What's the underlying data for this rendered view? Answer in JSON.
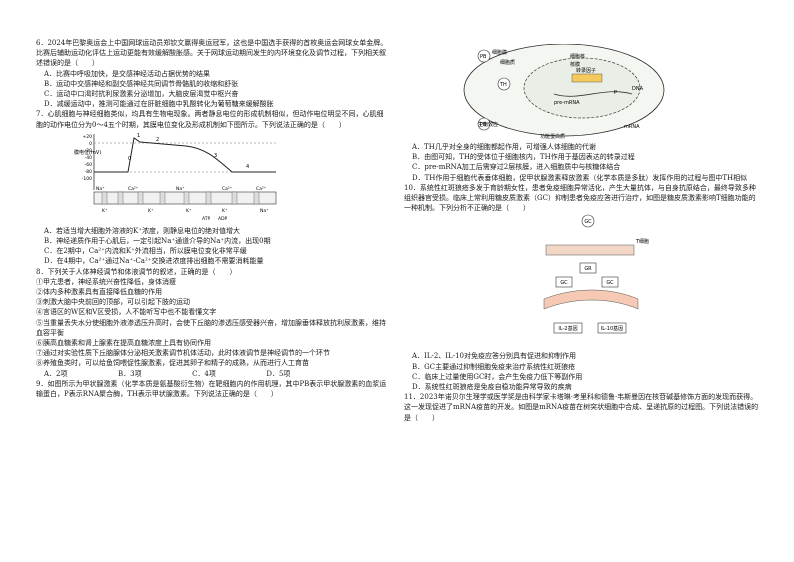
{
  "q6": {
    "stem": "6．2024年巴黎奥运会上中国网球运动员郑钦文赢得奥运冠军，这也是中国选手获得的首枚奥运会网球女单金牌。比赛后辅助运动化评估上运动更能有效缓解酸胀感。关于网球运动期间发生的内环境变化及调节过程，下列相关叙述错误的是（　　）",
    "options": [
      "A．比赛中呼吸加快，是交感神经活动占据优势的结果",
      "B．运动中交感神经和副交感神经共同调节骨骼肌的收缩和舒张",
      "C．运动中口渴时抗利尿激素分泌增加，大脑皮层渴觉中枢兴奋",
      "D．减缓运动中，推测可能通过在肝脏细胞中乳酸转化为葡萄糖来缓解酸胀"
    ]
  },
  "q7": {
    "stem": "7．心肌细胞与神经细胞类似，均具有生物电现象。两者静息电位的形成机制相似，但动作电位明显不同，心肌细胞的动作电位分为0～4五个时期，其膜电位变化及形成机制如下图所示。下列说法正确的是（　　）",
    "fig": {
      "ylabel": "膜电位(mV)",
      "yticks": [
        "+20",
        "0",
        "-20",
        "-40",
        "-60",
        "-80",
        "-100"
      ],
      "phases": [
        "0",
        "1",
        "2",
        "3",
        "4"
      ],
      "ions": [
        "Na⁺",
        "Ca²⁺",
        "K⁺",
        "K⁺",
        "Na⁺",
        "K⁺",
        "Ca²⁺",
        "K⁺",
        "Ca²⁺",
        "Na⁺"
      ],
      "atp": "ATP",
      "adp": "ADP"
    },
    "options": [
      "A．若适当增大细胞外溶液的K⁺浓度，则静息电位的绝对值增大",
      "B．神经递质作用于心肌后，一定引起Na⁺通道介导的Na⁺内流，出现0期",
      "C．在2期中，Ca²⁺内流和K⁺外流相当，所以膜电位变化非常平缓",
      "D．在4期中，Ca²⁺通过Na⁺-Ca²⁺交换进浓度排出细胞不需要消耗能量"
    ]
  },
  "q8": {
    "stem": "8．下列关于人体神经调节和体液调节的叙述，正确的是（　　）",
    "items": [
      "①甲亢患者，神经系统兴奋性降低，身体消瘦",
      "②体内多种激素具有直接降低血糖的作用",
      "③刺激大脑中央前回的顶部，可以引起下肢的运动",
      "④言语区的W区和V区受损，人不能听写中也不能看懂文字",
      "⑤当重量丢失水分使细胞外液渗透压升高时，会使下丘脑的渗透压感受器兴奋，增加腺垂体释放抗利尿激素，维持血容平衡",
      "⑥胰高血糖素和肾上腺素在提高血糖浓度上具有协同作用",
      "⑦通过对实验性质下丘脑腺体分泌相关激素调节机体活动，此时体液调节是神经调节的一个环节",
      "⑧养殖鱼类时，可以给鱼饲喂促性腺激素，促进其卵子和精子的成熟，从而进行人工育苗"
    ],
    "options": [
      "A．2项",
      "B．3项",
      "C．4项",
      "D．5项"
    ]
  },
  "q9": {
    "stem": "9．如图所示为甲状腺激素（化学本质是氨基酸衍生物）在靶细胞内的作用机理，其中PB表示甲状腺激素的血浆运输蛋白，P表示RNA聚合酶，TH表示甲状腺激素。下列说法正确的是（　　）",
    "fig": {
      "labels": [
        "细胞膜",
        "细胞质",
        "细胞核",
        "核膜",
        "转录因子",
        "DNA",
        "pre-mRNA",
        "mRNA",
        "生物效应",
        "功能蛋白质",
        "TH",
        "PB",
        "P"
      ]
    },
    "options": [
      "A．TH几乎对全身的细胞都起作用，可增强人体细胞的代谢",
      "B．由图可知，TH的受体位于细胞核内，TH作用于基因表达的转录过程",
      "C．pre-mRNA加工后需穿过2层核膜，进入细胞质中与核糖体结合",
      "D．TH作用于细胞代表垂体细胞，促甲状腺激素释放激素（化学本质是多肽）发挥作用的过程与图中TH相似"
    ]
  },
  "q10": {
    "stem": "10．系统性红斑狼疮多发于育龄期女性，患者免疫细胞异常活化，产生大量抗体，与自身抗原结合，最终导致多种组织器官受损。临床上常利用糖皮质激素（GC）抑制患者免疫应答进行治疗，如图是糖皮质激素影响T细胞功能的一种机制。下列分析不正确的是（　　）",
    "fig": {
      "gc": "GC",
      "gr": "GR",
      "cell": "T细胞",
      "gene1": "IL-2基因",
      "gene2": "IL-10基因"
    },
    "options": [
      "A．IL-2、IL-10对免疫应答分别具有促进和抑制作用",
      "B．GC主要通过抑制细胞免疫来治疗系统性红斑狼疮",
      "C．临床上过量使用GC时，会产生免疫力低下等副作用",
      "D．系统性红斑狼疮是免疫自稳功能异常导致的疾病"
    ]
  },
  "q11": {
    "stem": "11．2023年诺贝尔生理学或医学奖是由科学家卡塔琳·考里科和德鲁·韦斯曼因在核苷碱基修饰方面的发现而获得。这一发现促进了mRNA疫苗的开发。如图是mRNA疫苗在树突状细胞中合成、呈递抗原的过程图。下列说法错误的是（　　）"
  }
}
